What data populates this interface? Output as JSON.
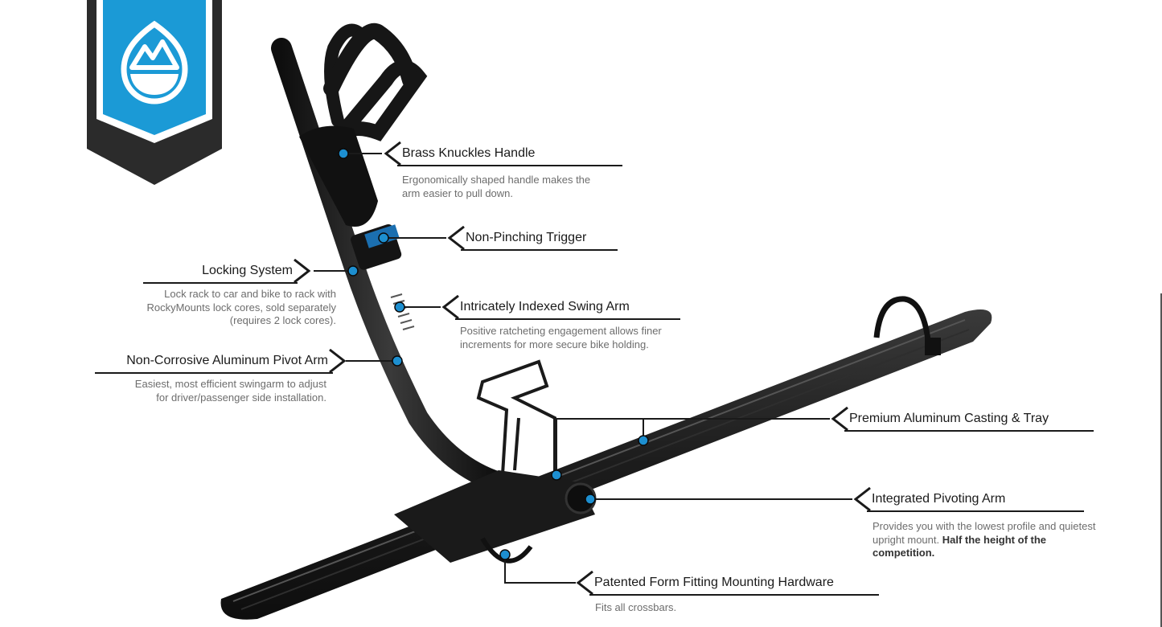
{
  "colors": {
    "accent": "#1b9ad6",
    "badge_dark": "#2b2b2b",
    "rack": "#1c1c1c",
    "callout_dot": "#1d8fd0"
  },
  "badge": {
    "icon": "mountain-drop-logo"
  },
  "callouts": [
    {
      "title": "Brass Knuckles Handle",
      "desc": "Ergonomically shaped handle makes the arm easier to pull down."
    },
    {
      "title": "Non-Pinching Trigger",
      "desc": ""
    },
    {
      "title": "Locking System",
      "desc": "Lock rack to car and bike to rack with RockyMounts lock cores, sold separately (requires 2 lock cores)."
    },
    {
      "title": "Intricately Indexed Swing Arm",
      "desc": "Positive ratcheting engagement allows finer increments for more secure bike holding."
    },
    {
      "title": "Non-Corrosive Aluminum Pivot Arm",
      "desc": "Easiest, most efficient swingarm to adjust for driver/passenger side installation."
    },
    {
      "title": "Premium Aluminum Casting & Tray",
      "desc": ""
    },
    {
      "title": "Integrated Pivoting Arm",
      "desc": "Provides you with the lowest profile and quietest upright mount.",
      "desc_bold": "Half the height of the competition."
    },
    {
      "title": "Patented Form Fitting Mounting Hardware",
      "desc": "Fits all crossbars."
    }
  ]
}
